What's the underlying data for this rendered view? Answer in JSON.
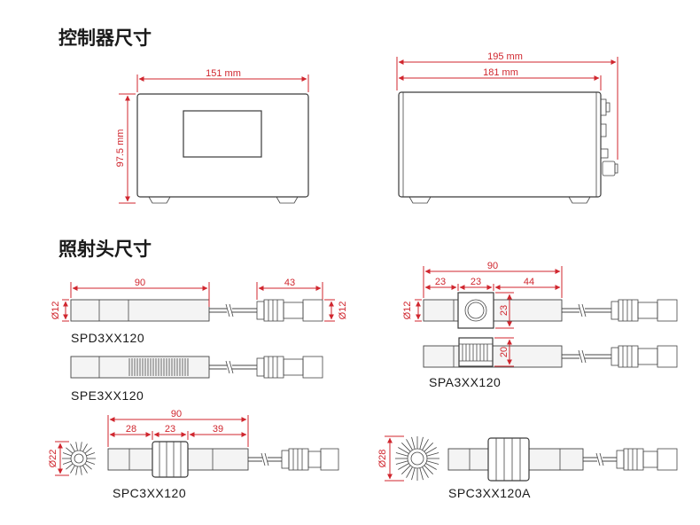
{
  "sections": {
    "controller_title": "控制器尺寸",
    "head_title": "照射头尺寸"
  },
  "controller": {
    "front_width": "151 mm",
    "front_height": "97.5 mm",
    "side_total": "195 mm",
    "side_body": "181 mm"
  },
  "spd": {
    "model": "SPD3XX120",
    "dia_left": "Ø12",
    "dia_right": "Ø12",
    "length_body": "90",
    "length_connector": "43"
  },
  "spe": {
    "model": "SPE3XX120"
  },
  "spa": {
    "model": "SPA3XX120",
    "dia": "Ø12",
    "total": "90",
    "seg1": "23",
    "seg2": "23",
    "seg3": "44",
    "block_height": "23",
    "base_height": "20"
  },
  "spc": {
    "model": "SPC3XX120",
    "dia": "Ø22",
    "total": "90",
    "seg1": "28",
    "seg2": "23",
    "seg3": "39"
  },
  "spca": {
    "model": "SPC3XX120A",
    "dia": "Ø28"
  },
  "colors": {
    "dimension": "#d0262e",
    "outline": "#3a3a3a"
  }
}
